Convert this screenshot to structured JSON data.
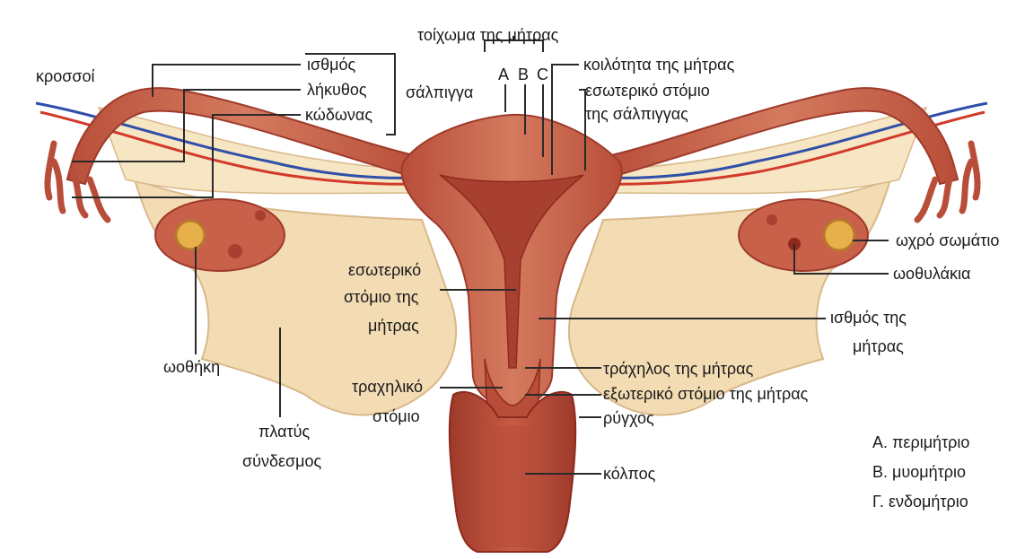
{
  "labels": {
    "uterine_wall": "τοίχωμα της μήτρας",
    "fallopian_tube": "σάλπιγγα",
    "layer_a": "A",
    "layer_b": "B",
    "layer_c": "C",
    "uterine_cavity": "κοιλότητα της μήτρας",
    "tube_internal_os_line1": "εσωτερικό στόμιο",
    "tube_internal_os_line2": "της σάλπιγγας",
    "fimbriae": "κροσσοί",
    "isthmus": "ισθμός",
    "ampulla": "λήκυθος",
    "infundibulum": "κώδωνας",
    "corpus_albicans": "ωχρό σωμάτιο",
    "follicles": "ωοθυλάκια",
    "internal_os_line1": "εσωτερικό",
    "internal_os_line2": "στόμιο της",
    "internal_os_line3": "μήτρας",
    "uterine_isthmus_line1": "ισθμός της",
    "uterine_isthmus_line2": "μήτρας",
    "ovary": "ωοθήκη",
    "cervix": "τράχηλος της μήτρας",
    "cervical_os_line1": "τραχηλικό",
    "cervical_os_line2": "στόμιο",
    "external_os": "εξωτερικό στόμιο της μήτρας",
    "fornix": "ρύγχος",
    "broad_ligament_line1": "πλατύς",
    "broad_ligament_line2": "σύνδεσμος",
    "vagina": "κόλπος"
  },
  "legend": [
    "Α. περιμήτριο",
    "Β. μυομήτριο",
    "Γ. ενδομήτριο"
  ],
  "colors": {
    "tissue": "#c8604a",
    "tissue_dark": "#a8402f",
    "tissue_light": "#e09a7c",
    "ligament": "#f3dcb4",
    "ligament_edge": "#d9b88a",
    "vein": "#2f4fa8",
    "artery": "#d23a2a",
    "leader": "#2a2a2a"
  }
}
